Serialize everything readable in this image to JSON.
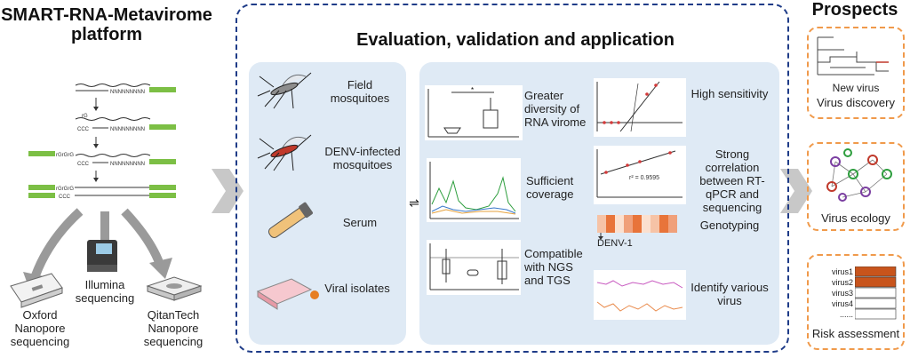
{
  "left": {
    "title": "SMART-RNA-Metavirome platform",
    "seq_labels": {
      "nnn": "NNNNNNNNN",
      "rg": "rG",
      "ccc": "CCC",
      "rgrgrg": "rGrGrG"
    },
    "platforms": [
      {
        "label": "Oxford Nanopore sequencing"
      },
      {
        "label": "Illumina sequencing"
      },
      {
        "label": "QitanTech Nanopore sequencing"
      }
    ]
  },
  "main": {
    "title": "Evaluation, validation and application",
    "samples": [
      {
        "label": "Field mosquitoes"
      },
      {
        "label": "DENV-infected mosquitoes"
      },
      {
        "label": "Serum"
      },
      {
        "label": "Viral isolates"
      }
    ],
    "exchange_symbol": "⇌",
    "results_left": [
      {
        "label": "Greater diversity of RNA virome",
        "annotation": "*"
      },
      {
        "label": "Sufficient coverage"
      },
      {
        "label": "Compatible with NGS and TGS"
      }
    ],
    "results_right": [
      {
        "label": "High sensitivity"
      },
      {
        "label": "Strong correlation between RT-qPCR and sequencing",
        "annotation": "r² = 0.9595"
      },
      {
        "label": "Genotyping",
        "annotation": "DENV-1"
      },
      {
        "label": "Identify various virus"
      }
    ]
  },
  "prospects": {
    "title": "Prospects",
    "items": [
      {
        "label": "Virus discovery",
        "sub": "New virus"
      },
      {
        "label": "Virus ecology"
      },
      {
        "label": "Risk assessment",
        "viruses": [
          "virus1",
          "virus2",
          "virus3",
          "virus4",
          "......"
        ]
      }
    ]
  },
  "colors": {
    "frame": "#1f3c88",
    "panel": "#dfeaf5",
    "prospect": "#f09a4b",
    "green_bar": "#7cbf45",
    "risk": "#c8541c",
    "arrow": "#9a9a9a"
  }
}
